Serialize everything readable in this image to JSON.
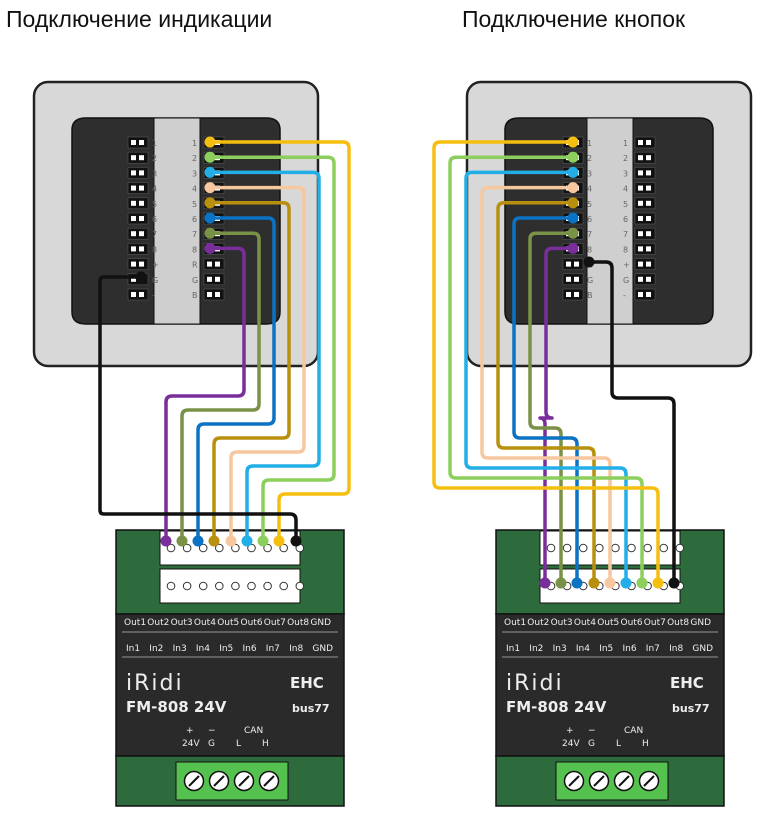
{
  "titles": {
    "left": "Подключение индикации",
    "right": "Подключение кнопок"
  },
  "panel": {
    "numbered": [
      "1",
      "2",
      "3",
      "4",
      "5",
      "6",
      "7",
      "8"
    ],
    "extra_left": [
      "+",
      "G",
      "-"
    ],
    "extra_right": [
      "R",
      "G",
      "B"
    ]
  },
  "module": {
    "brand": "iRidi",
    "model": "FM-808 24V",
    "eac": "ЕНС",
    "bus": "bus77",
    "out_labels": [
      "Out1",
      "Out2",
      "Out3",
      "Out4",
      "Out5",
      "Out6",
      "Out7",
      "Out8",
      "GND"
    ],
    "in_labels": [
      "In1",
      "In2",
      "In3",
      "In4",
      "In5",
      "In6",
      "In7",
      "In8",
      "GND"
    ],
    "power_plus": "+",
    "power_minus": "−",
    "power_24v": "24V",
    "power_g": "G",
    "can": "CAN",
    "can_l": "L",
    "can_h": "H"
  },
  "wire_colors": [
    "#7a2e9c",
    "#7a9148",
    "#0b72c4",
    "#b8900e",
    "#f7c7a0",
    "#22aee6",
    "#8ccf5c",
    "#f6bf10",
    "#111111"
  ]
}
